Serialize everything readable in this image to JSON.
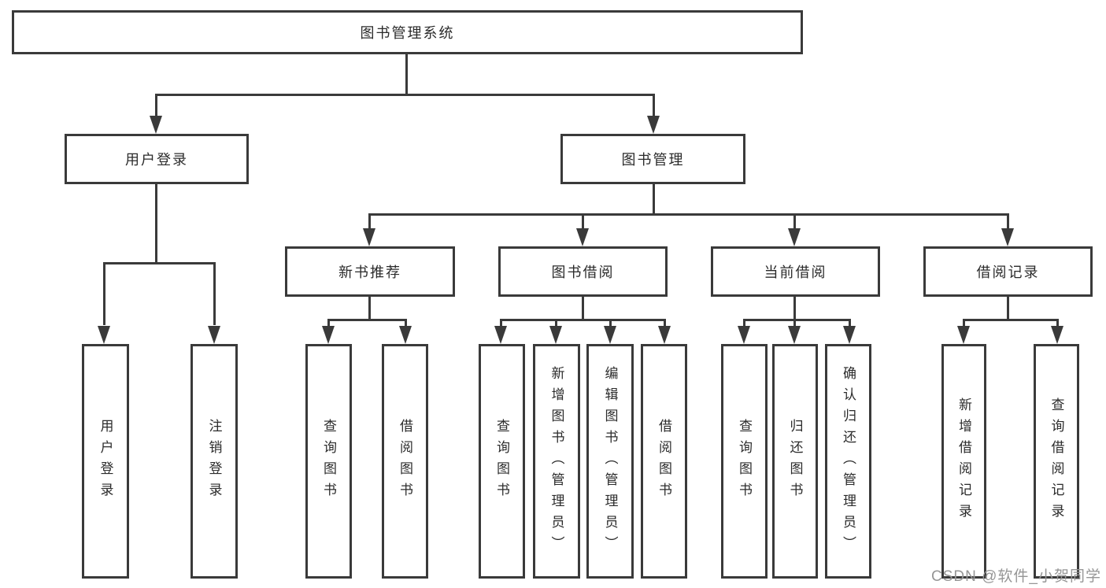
{
  "tree": {
    "root": {
      "label": "图书管理系统",
      "children": [
        {
          "label": "用户登录",
          "children": [
            {
              "label": "用户登录"
            },
            {
              "label": "注销登录"
            }
          ]
        },
        {
          "label": "图书管理",
          "children": [
            {
              "label": "新书推荐",
              "children": [
                {
                  "label": "查询图书"
                },
                {
                  "label": "借阅图书"
                }
              ]
            },
            {
              "label": "图书借阅",
              "children": [
                {
                  "label": "查询图书"
                },
                {
                  "label": "新增图书（管理员）"
                },
                {
                  "label": "编辑图书（管理员）"
                },
                {
                  "label": "借阅图书"
                }
              ]
            },
            {
              "label": "当前借阅",
              "children": [
                {
                  "label": "查询图书"
                },
                {
                  "label": "归还图书"
                },
                {
                  "label": "确认归还（管理员）"
                }
              ]
            },
            {
              "label": "借阅记录",
              "children": [
                {
                  "label": "新增借阅记录"
                },
                {
                  "label": "查询借阅记录"
                }
              ]
            }
          ]
        }
      ]
    }
  },
  "watermark": {
    "text": "CSDN @软件_小贺同学"
  },
  "colors": {
    "line": "#3a3a3a",
    "text": "#2b2b2b",
    "background": "#ffffff",
    "watermark": "#969696"
  }
}
